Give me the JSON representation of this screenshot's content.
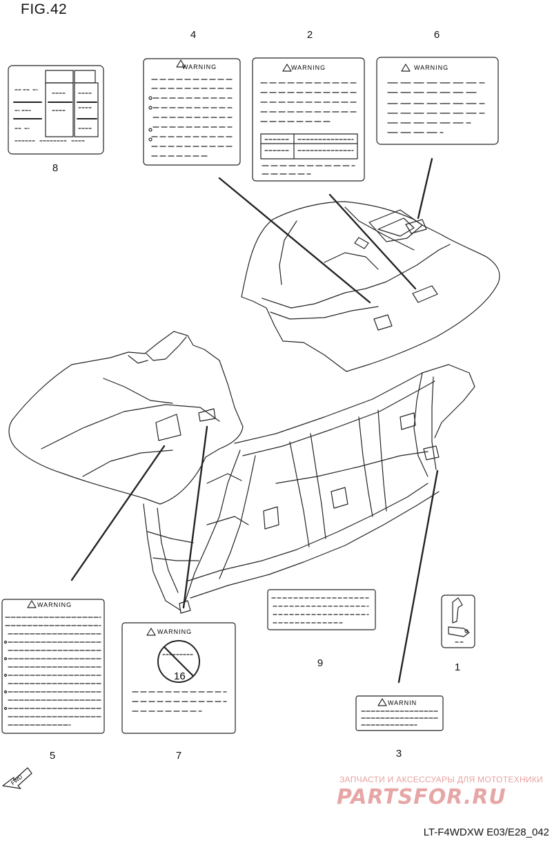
{
  "figure": {
    "title": "FIG.42",
    "code": "LT-F4WDXW E03/E28_042"
  },
  "callouts": [
    "1",
    "2",
    "3",
    "4",
    "5",
    "6",
    "7",
    "8",
    "9"
  ],
  "labels": {
    "warning": "WARNING",
    "warning_alt": "WARNIN",
    "age_number": "16",
    "fwd": "FWD"
  },
  "watermark": {
    "tagline": "ЗАПЧАСТИ И АКСЕССУАРЫ ДЛЯ МОТОТЕХНИКИ",
    "brand": "PARTSFOR.RU"
  }
}
